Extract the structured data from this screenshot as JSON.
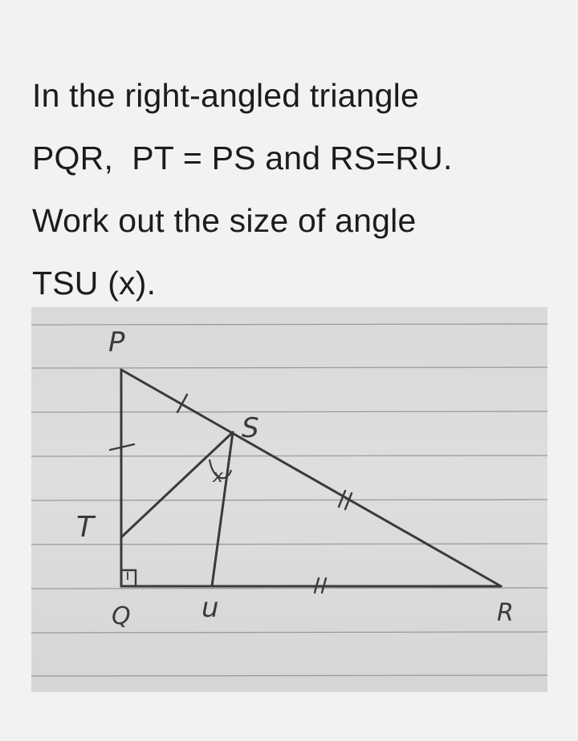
{
  "question": {
    "lines": [
      "In the right-angled triangle",
      "PQR,  PT = PS and RS=RU.",
      "Work out the size of angle",
      "TSU (x)."
    ]
  },
  "diagram": {
    "labels": {
      "p": "P",
      "q": "Q",
      "r": "R",
      "s": "S",
      "t": "T",
      "u": "u",
      "x": "x"
    },
    "colors": {
      "paper": "#dcdcdc",
      "rule_line": "#9a9a9a",
      "pencil": "#3a3a3a"
    }
  }
}
